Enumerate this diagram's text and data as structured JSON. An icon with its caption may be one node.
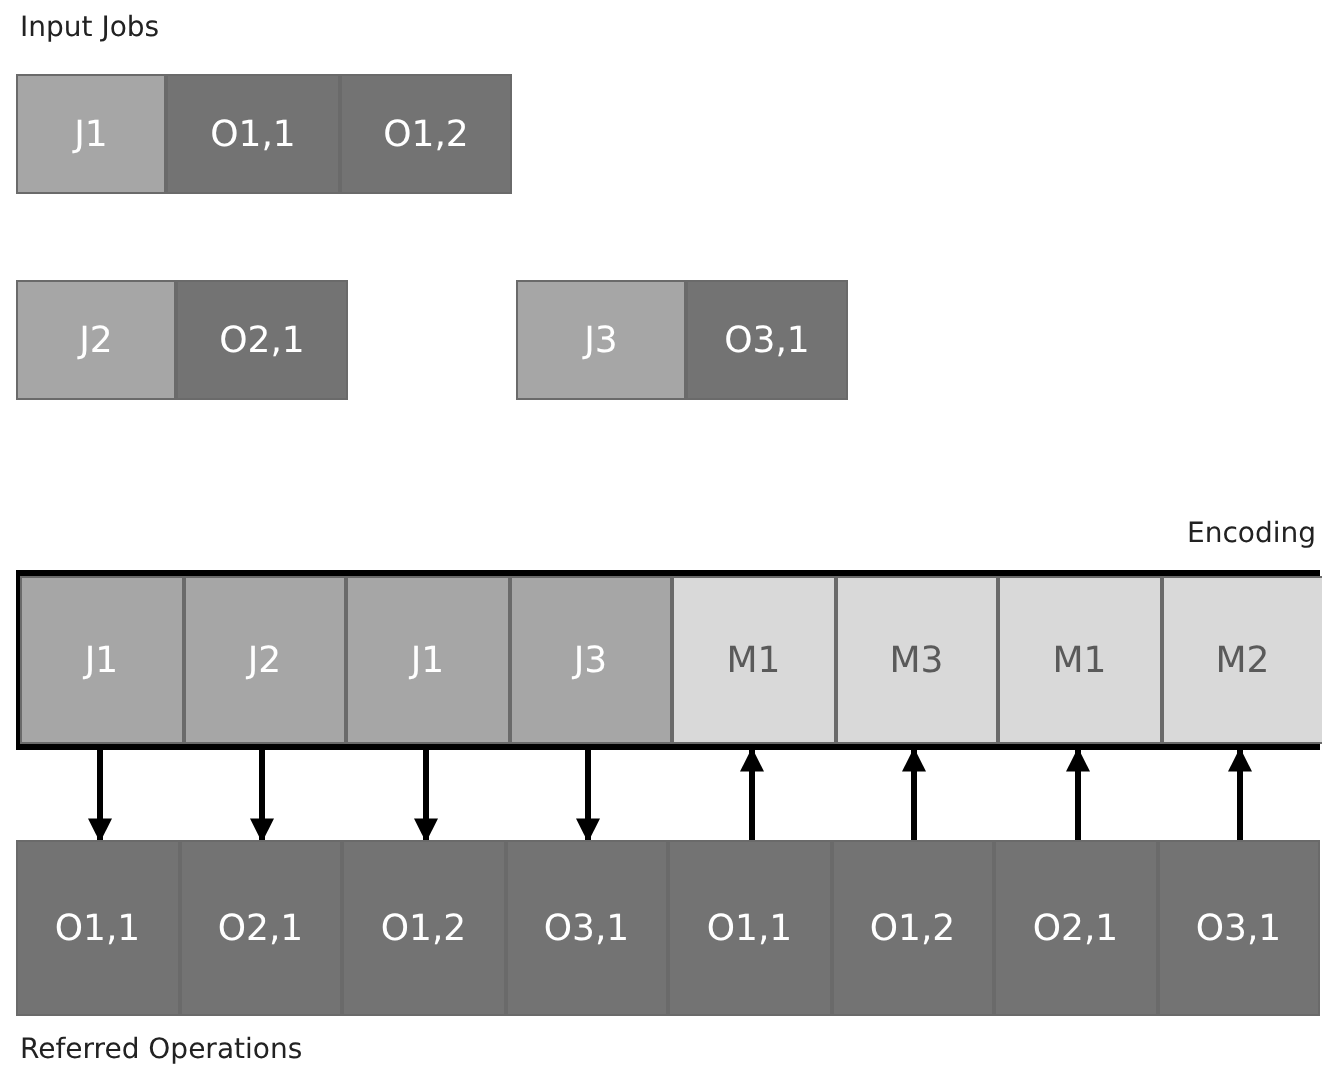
{
  "diagram": {
    "nodes": [
      {
        "text": [
          "J1"
        ]
      },
      {
        "text": [
          "O1,1"
        ]
      },
      {
        "text": [
          "O1,2"
        ]
      },
      {
        "text": [
          "J2"
        ]
      },
      {
        "text": [
          "O2,1"
        ]
      },
      {
        "text": [
          "J3"
        ]
      },
      {
        "text": [
          "O3,1"
        ]
      },
      {
        "text": [
          "Encoding"
        ]
      },
      {
        "text": [
          "J1"
        ],
        "in": 7
      },
      {
        "text": [
          "J2"
        ],
        "in": 7
      },
      {
        "text": [
          "J1"
        ],
        "in": 7
      },
      {
        "text": [
          "J3"
        ],
        "in": 7
      },
      {
        "text": [
          "M1"
        ],
        "in": 7
      },
      {
        "text": [
          "M3"
        ],
        "in": 7
      },
      {
        "text": [
          "M1"
        ],
        "in": 7
      },
      {
        "text": [
          "M2"
        ],
        "in": 7
      },
      {
        "text": [
          "O1,1"
        ]
      },
      {
        "text": [
          "O2,1"
        ]
      },
      {
        "text": [
          "O1,2"
        ]
      },
      {
        "text": [
          "O3,1"
        ]
      },
      {
        "text": [
          "O1,1"
        ]
      },
      {
        "text": [
          "O1,2"
        ]
      },
      {
        "text": [
          "O2,1"
        ]
      },
      {
        "text": [
          "O3,1"
        ]
      }
    ],
    "edges": [
      {
        "from": 8,
        "to": 16,
        "arrow": "to"
      },
      {
        "from": 9,
        "to": 17,
        "arrow": "to"
      },
      {
        "from": 10,
        "to": 18,
        "arrow": "to"
      },
      {
        "from": 11,
        "to": 19,
        "arrow": "to"
      },
      {
        "from": 20,
        "to": 12,
        "arrow": "to"
      },
      {
        "from": 21,
        "to": 13,
        "arrow": "to"
      },
      {
        "from": 22,
        "to": 14,
        "arrow": "to"
      },
      {
        "from": 23,
        "to": 15,
        "arrow": "to"
      }
    ],
    "labels": [
      "Input Jobs",
      "Referred Operations"
    ]
  }
}
